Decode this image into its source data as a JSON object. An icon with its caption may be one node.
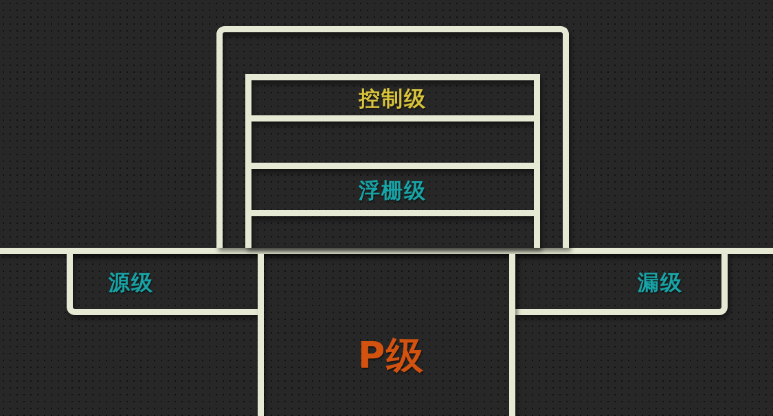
{
  "diagram": {
    "nodes": [
      {
        "text": [],
        "shape": "box"
      },
      {
        "text": [
          "控制级"
        ],
        "in": 0
      },
      {
        "text": [],
        "shape": "bar",
        "in": 0
      },
      {
        "text": [
          "浮栅级"
        ],
        "in": 0
      },
      {
        "text": [],
        "shape": "bar",
        "in": 0
      },
      {
        "text": [
          "源级"
        ]
      },
      {
        "text": [
          "漏级"
        ]
      },
      {
        "text": [
          "P级"
        ]
      }
    ]
  }
}
